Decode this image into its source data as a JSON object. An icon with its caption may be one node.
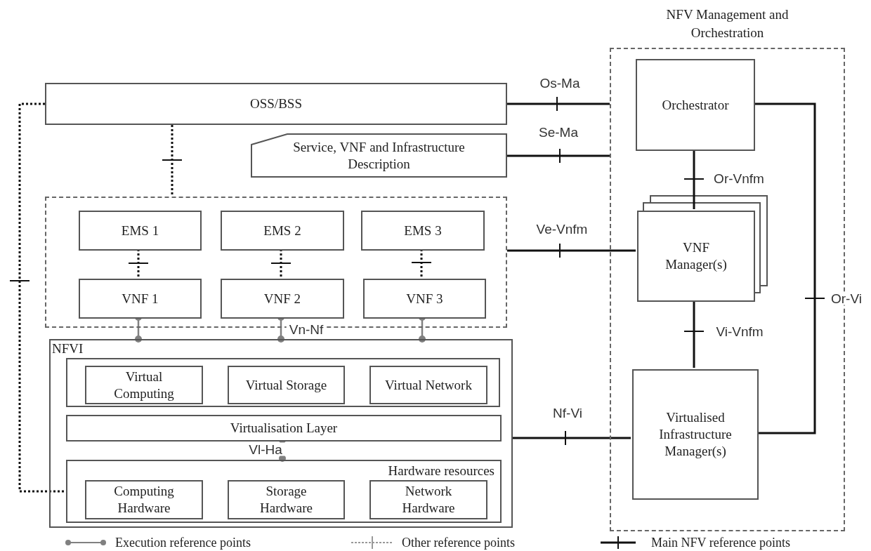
{
  "diagram": {
    "nodes": [
      {
        "text": [
          "OSS/BSS"
        ]
      },
      {
        "text": [
          "Service, VNF and Infrastructure Description"
        ]
      },
      {
        "text": [],
        "shape": "box"
      },
      {
        "text": [
          "EMS 1"
        ],
        "in": 2
      },
      {
        "text": [
          "EMS 2"
        ],
        "in": 2
      },
      {
        "text": [
          "EMS 3"
        ],
        "in": 2
      },
      {
        "text": [
          "VNF 1"
        ],
        "in": 2
      },
      {
        "text": [
          "VNF 2"
        ],
        "in": 2
      },
      {
        "text": [
          "VNF 3"
        ],
        "in": 2
      },
      {
        "text": [
          "NFVI"
        ]
      },
      {
        "text": [],
        "shape": "box",
        "in": 9
      },
      {
        "text": [
          "Virtual Computing"
        ],
        "in": 10
      },
      {
        "text": [
          "Virtual Storage"
        ],
        "in": 10
      },
      {
        "text": [
          "Virtual Network"
        ],
        "in": 10
      },
      {
        "text": [
          "Virtualisation Layer"
        ],
        "in": 9
      },
      {
        "text": [
          "Hardware resources"
        ],
        "in": 9
      },
      {
        "text": [
          "Computing Hardware"
        ],
        "in": 15
      },
      {
        "text": [
          "Storage Hardware"
        ],
        "in": 15
      },
      {
        "text": [
          "Network Hardware"
        ],
        "in": 15
      },
      {
        "text": [
          "NFV Management and Orchestration"
        ]
      },
      {
        "text": [
          "Orchestrator"
        ],
        "in": 19
      },
      {
        "text": [
          "VNF Manager(s)"
        ],
        "in": 19
      },
      {
        "text": [
          "Virtualised Infrastructure Manager(s)"
        ],
        "in": 19
      }
    ],
    "edges": [
      {
        "from": 0,
        "to": 19,
        "arrow": "none",
        "label": "Os-Ma"
      },
      {
        "from": 1,
        "to": 19,
        "arrow": "none",
        "label": "Se-Ma"
      },
      {
        "from": 2,
        "to": 21,
        "arrow": "none",
        "label": "Ve-Vnfm"
      },
      {
        "from": 9,
        "to": 22,
        "arrow": "none",
        "label": "Nf-Vi"
      },
      {
        "from": 20,
        "to": 21,
        "arrow": "none",
        "label": "Or-Vnfm"
      },
      {
        "from": 21,
        "to": 22,
        "arrow": "none",
        "label": "Vi-Vnfm"
      },
      {
        "from": 20,
        "to": 22,
        "arrow": "none",
        "label": "Or-Vi"
      },
      {
        "from": 0,
        "to": 2,
        "arrow": "none",
        "style": "dashed"
      },
      {
        "from": 3,
        "to": 6,
        "arrow": "none",
        "style": "dashed"
      },
      {
        "from": 4,
        "to": 7,
        "arrow": "none",
        "style": "dashed"
      },
      {
        "from": 5,
        "to": 8,
        "arrow": "none",
        "style": "dashed"
      },
      {
        "from": 0,
        "to": 15,
        "arrow": "none",
        "style": "dashed"
      },
      {
        "from": 6,
        "to": 9,
        "arrow": "other",
        "color": "#808080"
      },
      {
        "from": 7,
        "to": 9,
        "arrow": "other",
        "color": "#808080",
        "label": "Vn-Nf"
      },
      {
        "from": 8,
        "to": 9,
        "arrow": "other",
        "color": "#808080"
      },
      {
        "from": 14,
        "to": 15,
        "arrow": "other",
        "color": "#808080",
        "label": "Vl-Ha"
      }
    ],
    "legend": [
      {
        "text": "Execution reference points"
      },
      {
        "text": "Other reference points"
      },
      {
        "text": "Main NFV reference points"
      }
    ]
  }
}
